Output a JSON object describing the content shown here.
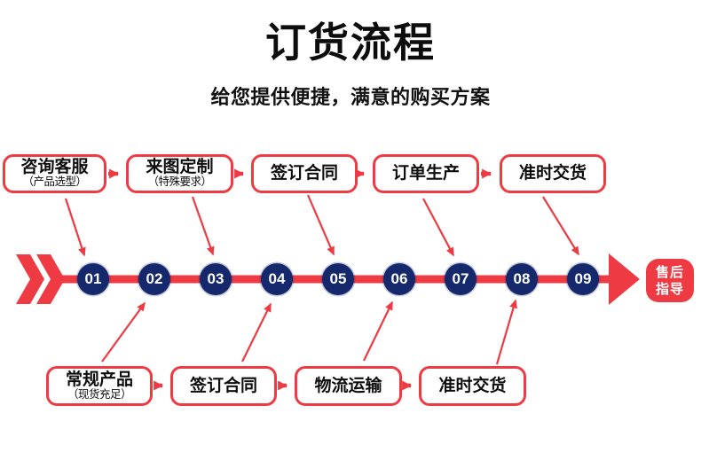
{
  "header": {
    "title": "订货流程",
    "subtitle": "给您提供便捷，满意的购买方案"
  },
  "top_row": {
    "boxes": [
      {
        "title": "咨询客服",
        "subtitle": "（产品选型）"
      },
      {
        "title": "来图定制",
        "subtitle": "（特殊要求）"
      },
      {
        "title": "签订合同"
      },
      {
        "title": "订单生产"
      },
      {
        "title": "准时交货"
      }
    ]
  },
  "bottom_row": {
    "boxes": [
      {
        "title": "常规产品",
        "subtitle": "（现货充足）"
      },
      {
        "title": "签订合同"
      },
      {
        "title": "物流运输"
      },
      {
        "title": "准时交货"
      }
    ]
  },
  "timeline": {
    "steps": [
      "01",
      "02",
      "03",
      "04",
      "05",
      "06",
      "07",
      "08",
      "09"
    ],
    "end_badge": {
      "line1": "售后",
      "line2": "指导"
    }
  },
  "colors": {
    "red": "#ee3b43",
    "navy": "#14286b",
    "text": "#0d0d0d",
    "white": "#ffffff"
  }
}
